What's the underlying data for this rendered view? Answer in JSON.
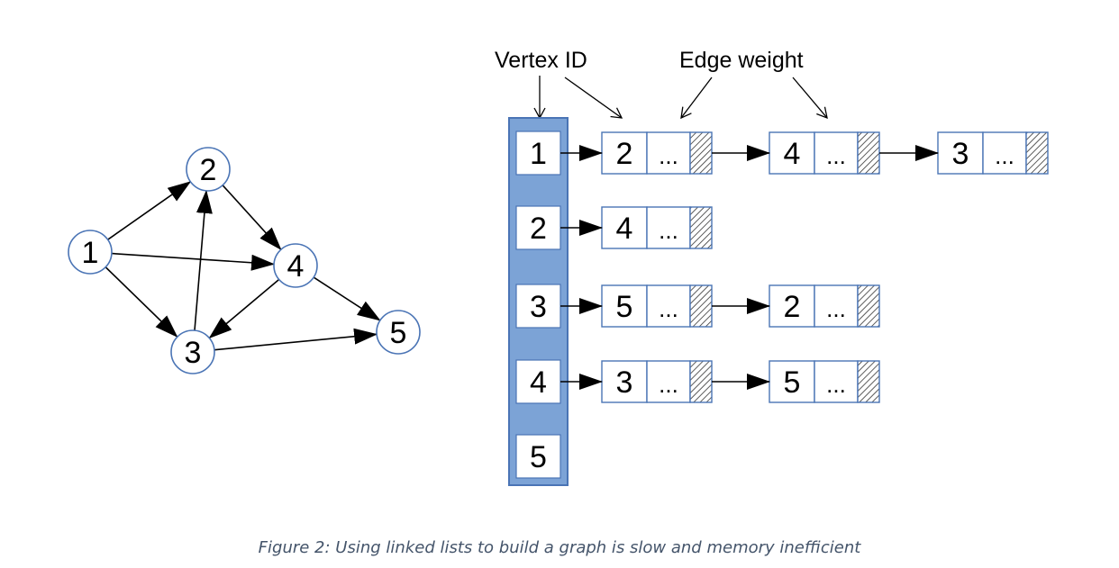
{
  "graph": {
    "nodes": [
      {
        "id": "1",
        "label": "1"
      },
      {
        "id": "2",
        "label": "2"
      },
      {
        "id": "3",
        "label": "3"
      },
      {
        "id": "4",
        "label": "4"
      },
      {
        "id": "5",
        "label": "5"
      }
    ],
    "edges": [
      {
        "from": "1",
        "to": "2"
      },
      {
        "from": "1",
        "to": "4"
      },
      {
        "from": "1",
        "to": "3"
      },
      {
        "from": "2",
        "to": "4"
      },
      {
        "from": "3",
        "to": "2"
      },
      {
        "from": "3",
        "to": "5"
      },
      {
        "from": "4",
        "to": "3"
      },
      {
        "from": "4",
        "to": "5"
      }
    ]
  },
  "adjacency": {
    "vertex_id_label": "Vertex ID",
    "edge_weight_label": "Edge weight",
    "dots": "...",
    "rows": [
      {
        "vertex": "1",
        "neighbors": [
          "2",
          "4",
          "3"
        ]
      },
      {
        "vertex": "2",
        "neighbors": [
          "4"
        ]
      },
      {
        "vertex": "3",
        "neighbors": [
          "5",
          "2"
        ]
      },
      {
        "vertex": "4",
        "neighbors": [
          "3",
          "5"
        ]
      },
      {
        "vertex": "5",
        "neighbors": []
      }
    ]
  },
  "caption": "Figure 2: Using linked lists to build a graph is slow and memory inefficient"
}
